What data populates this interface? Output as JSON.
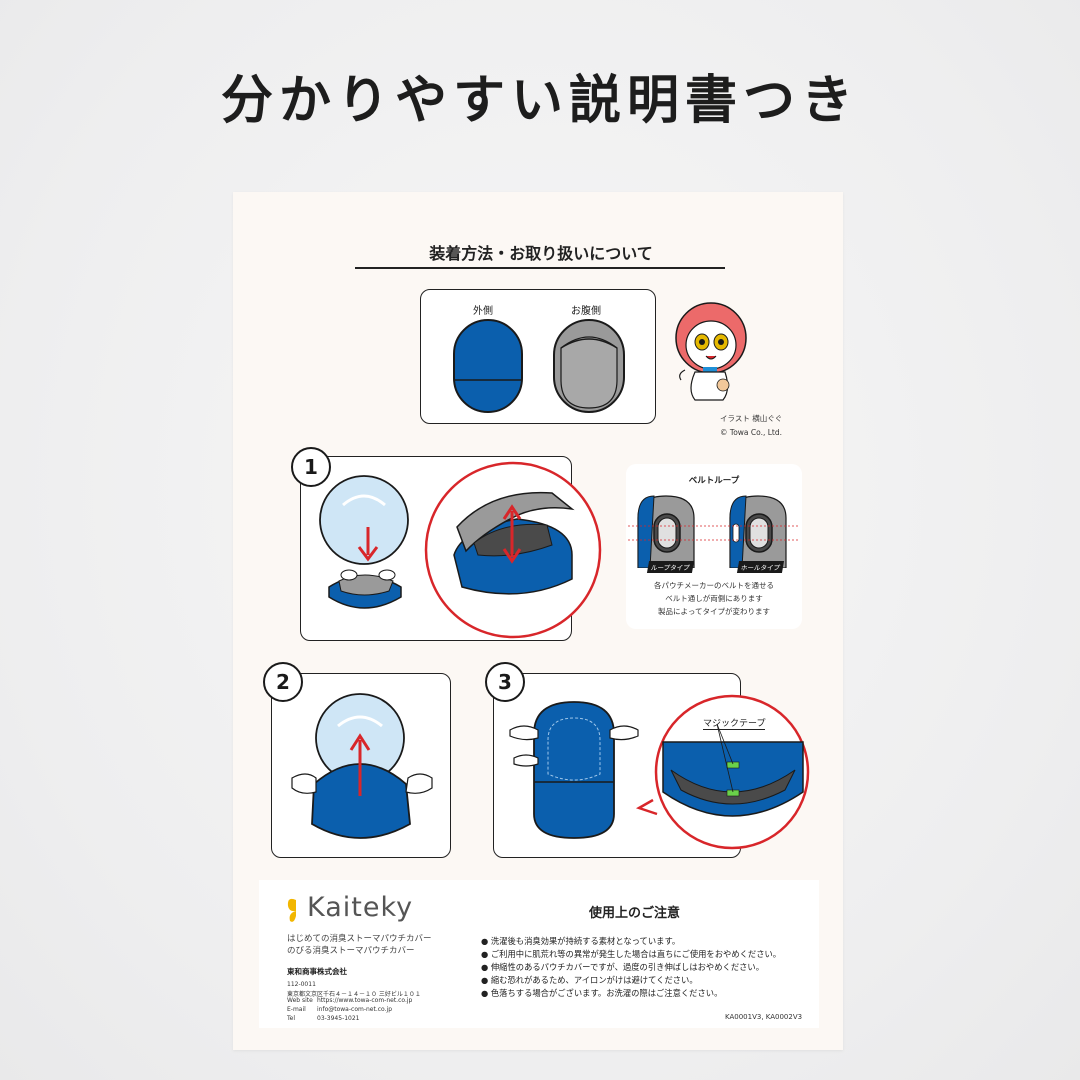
{
  "headline": "分かりやすい説明書つき",
  "sheet": {
    "title": "装着方法・お取り扱いについて",
    "sides": {
      "outer_label": "外側",
      "inner_label": "お腹側"
    },
    "mascot_credit": {
      "line1": "イラスト 横山ぐぐ",
      "line2": "© Towa Co., Ltd."
    },
    "steps": [
      {
        "number": "1"
      },
      {
        "number": "2"
      },
      {
        "number": "3"
      }
    ],
    "belt_box": {
      "title": "ベルトループ",
      "loop_type": "ループタイプ",
      "hole_type": "ホールタイプ",
      "note1": "各パウチメーカーのベルトを通せる",
      "note2": "ベルト通しが両側にあります",
      "note3": "製品によってタイプが変わります"
    },
    "velcro_label": "マジックテープ"
  },
  "footer": {
    "brand": "Kaiteky",
    "product1": "はじめての消臭ストーマパウチカバー",
    "product2": "のびる消臭ストーマパウチカバー",
    "company": "東和商事株式会社",
    "postal": "112-0011",
    "address": "東京都文京区千石４－１４－１０ 三好ビル１０１",
    "website_label": "Web site",
    "website": "https://www.towa-com-net.co.jp",
    "email_label": "E-mail",
    "email": "info@towa-com-net.co.jp",
    "tel_label": "Tel",
    "tel": "03-3945-1021",
    "caution_title": "使用上のご注意",
    "cautions": [
      "● 洗濯後も消臭効果が持続する素材となっています。",
      "● ご利用中に肌荒れ等の異常が発生した場合は直ちにご使用をおやめください。",
      "● 伸縮性のあるパウチカバーですが、過度の引き伸ばしはおやめください。",
      "● 縮む恐れがあるため、アイロンがけは避けてください。",
      "● 色落ちする場合がございます。お洗濯の際はご注意ください。"
    ],
    "product_codes": "KA0001V3, KA0002V3"
  },
  "colors": {
    "blue": "#0b5fad",
    "light_blue": "#cfe6f6",
    "gray": "#9a9a9a",
    "red": "#d8262a",
    "coral": "#ec6a6a"
  }
}
